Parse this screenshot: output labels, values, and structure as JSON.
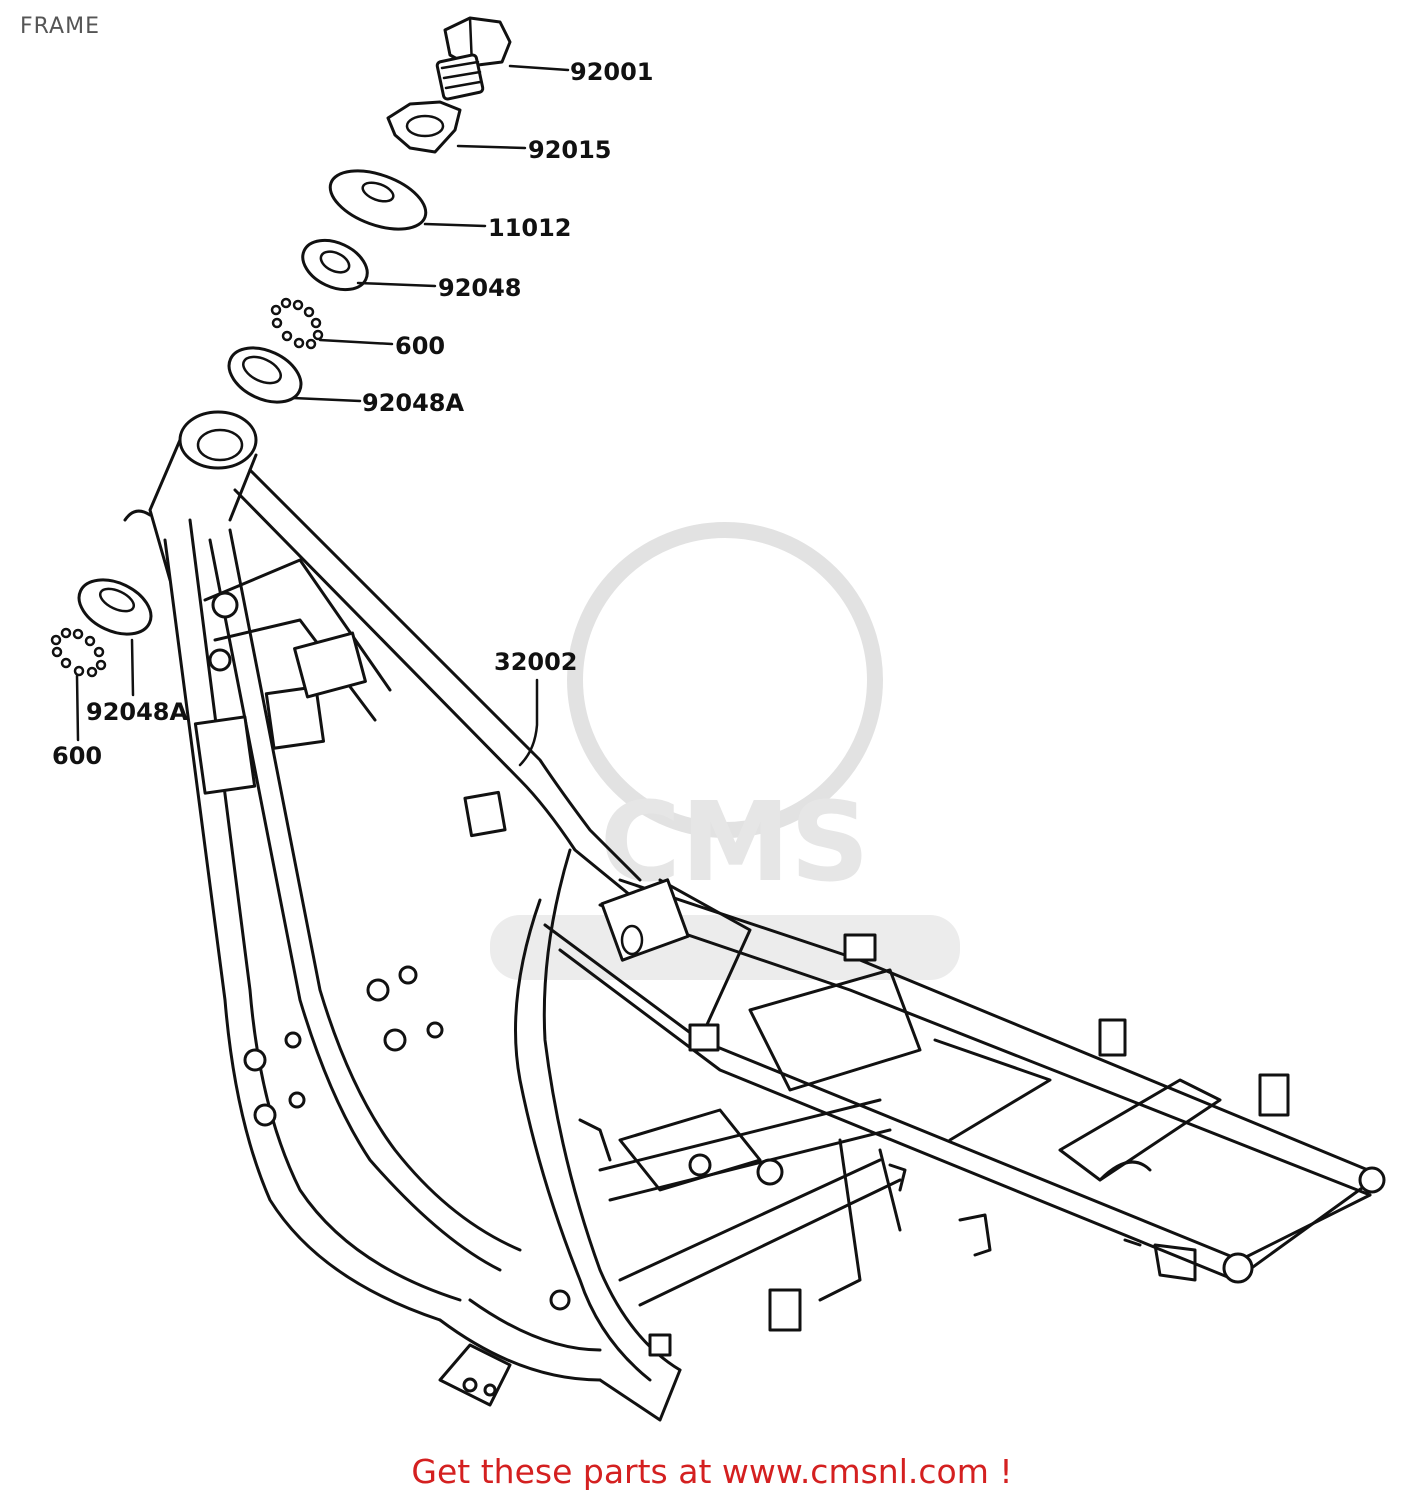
{
  "title": "FRAME",
  "footer": "Get these parts at www.cmsnl.com !",
  "watermark": "CMS",
  "callouts": [
    {
      "id": "c1",
      "label": "92001"
    },
    {
      "id": "c2",
      "label": "92015"
    },
    {
      "id": "c3",
      "label": "11012"
    },
    {
      "id": "c4",
      "label": "92048"
    },
    {
      "id": "c5",
      "label": "600"
    },
    {
      "id": "c6",
      "label": "92048A"
    },
    {
      "id": "c7",
      "label": "32002"
    },
    {
      "id": "c8",
      "label": "92048A"
    },
    {
      "id": "c9",
      "label": "600"
    }
  ]
}
